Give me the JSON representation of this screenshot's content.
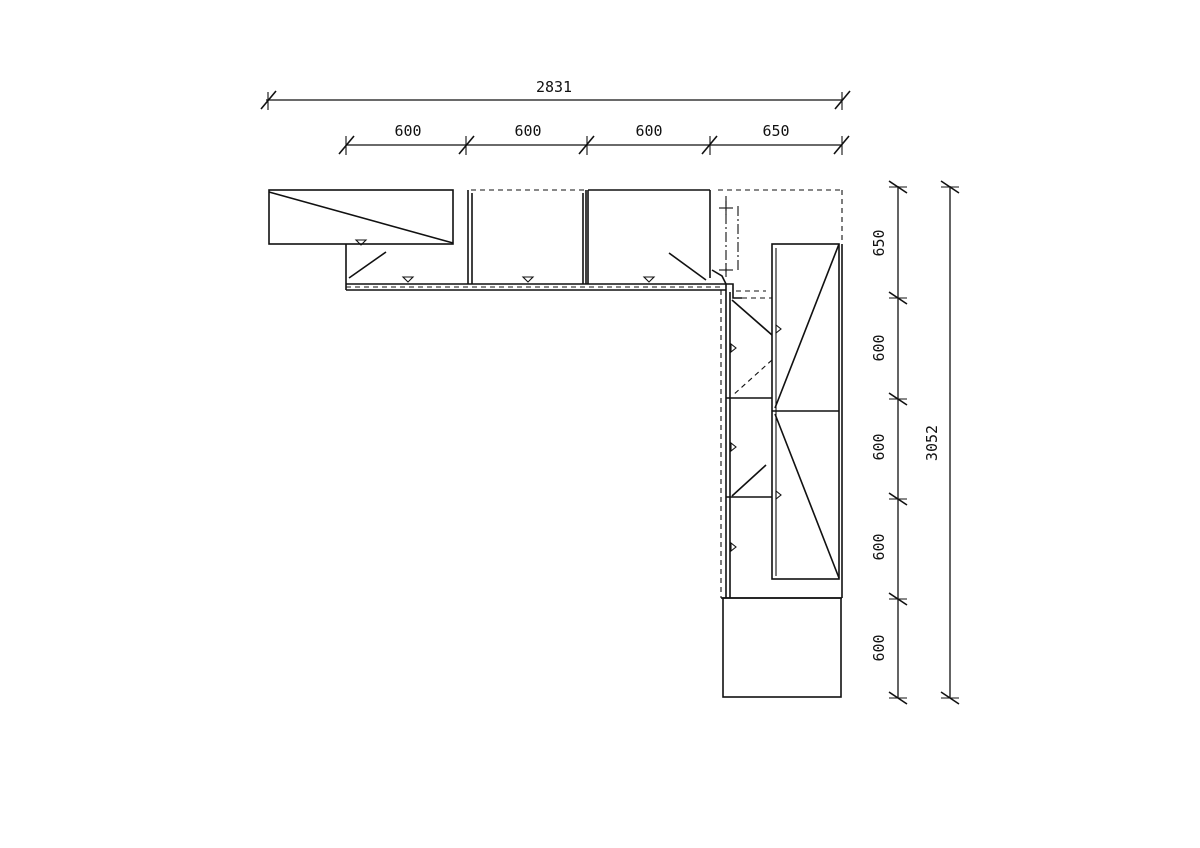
{
  "dimensions": {
    "top_total": "2831",
    "top_segments": [
      "600",
      "600",
      "600",
      "650"
    ],
    "right_segments": [
      "650",
      "600",
      "600",
      "600",
      "600"
    ],
    "right_total": "3052"
  },
  "colors": {
    "line": "#111111",
    "background": "#ffffff"
  }
}
